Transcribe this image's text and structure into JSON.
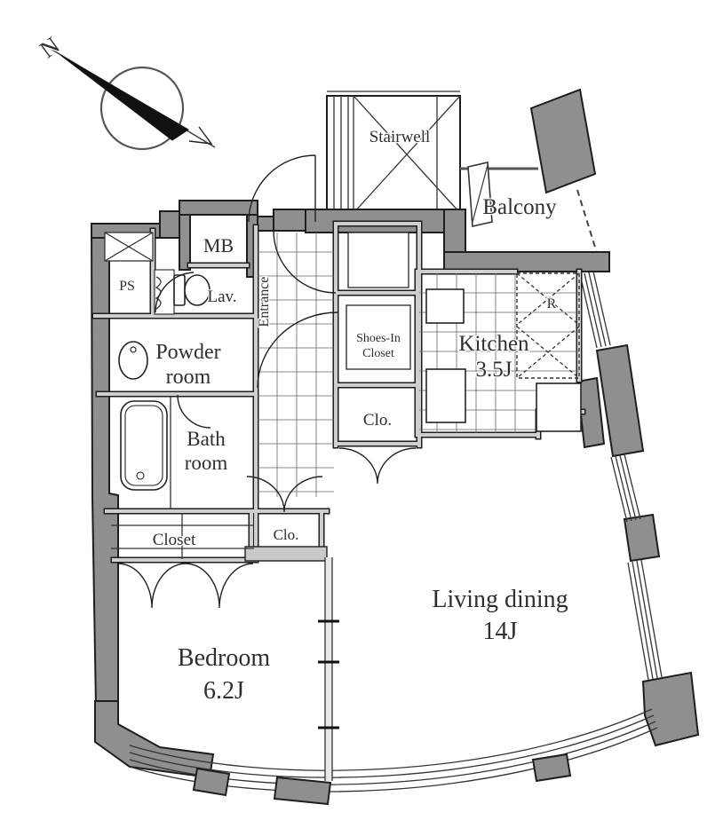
{
  "colors": {
    "wall": "#8f8f8f",
    "line": "#222222",
    "text": "#2f2f2f",
    "background": "#ffffff"
  },
  "compass": {
    "north_label": "N"
  },
  "labels": {
    "stairwell": "Stairwell",
    "balcony": "Balcony",
    "meter_box": "MB",
    "pipe_space": "PS",
    "lavatory": "Lav.",
    "powder": {
      "line1": "Powder",
      "line2": "room"
    },
    "entrance": "Entrance",
    "shoes_closet": {
      "line1": "Shoes-In",
      "line2": "Closet"
    },
    "closet_hall": "Clo.",
    "closet_living": "Clo.",
    "kitchen": {
      "line1": "Kitchen",
      "line2": "3.5J"
    },
    "refrigerator": "R",
    "bathroom": {
      "line1": "Bath",
      "line2": "room"
    },
    "closet_bedroom": "Closet",
    "bedroom": {
      "line1": "Bedroom",
      "line2": "6.2J"
    },
    "living": {
      "line1": "Living dining",
      "line2": "14J"
    }
  }
}
